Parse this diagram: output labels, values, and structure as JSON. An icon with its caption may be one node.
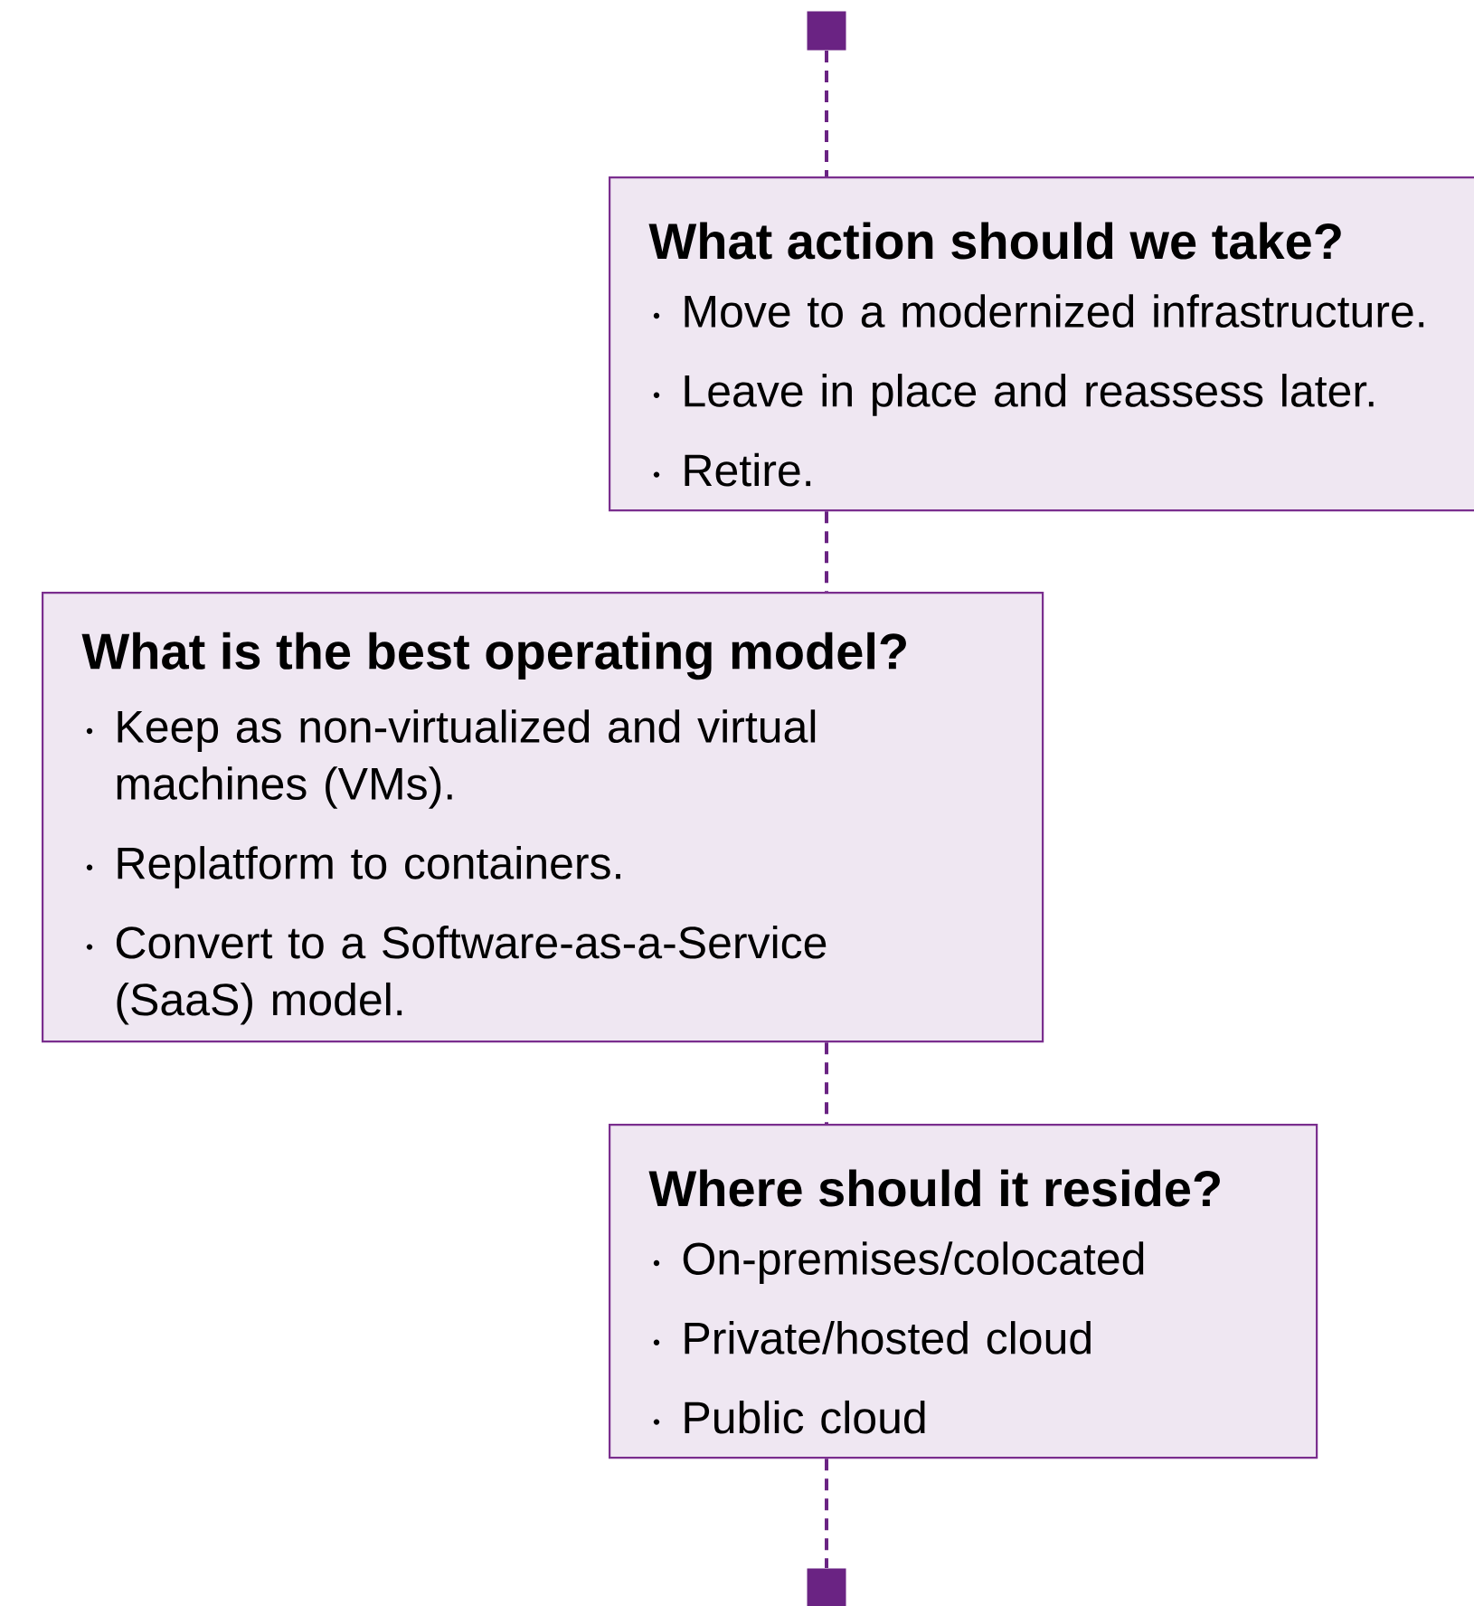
{
  "diagram": {
    "nodes": [
      {
        "text": [],
        "shape": "box"
      },
      {
        "text": [
          "What action should we take?",
          "Move to a modernized infrastructure.",
          "Leave in place and reassess later.",
          "Retire."
        ]
      },
      {
        "text": [
          "What is the best operating model?",
          "Keep as non-virtualized and virtual machines (VMs).",
          "Replatform to containers.",
          "Convert to a Software-as-a-Service (SaaS) model."
        ]
      },
      {
        "text": [
          "Where should it reside?",
          "On-premises/colocated",
          "Private/hosted cloud",
          "Public cloud"
        ]
      },
      {
        "text": [],
        "shape": "box"
      }
    ],
    "edges": [
      {
        "from": 0,
        "to": 1,
        "arrow": "none",
        "style": "dashed"
      },
      {
        "from": 1,
        "to": 2,
        "arrow": "none",
        "style": "dashed"
      },
      {
        "from": 2,
        "to": 3,
        "arrow": "none",
        "style": "dashed"
      },
      {
        "from": 3,
        "to": 4,
        "arrow": "none",
        "style": "dashed"
      }
    ]
  }
}
